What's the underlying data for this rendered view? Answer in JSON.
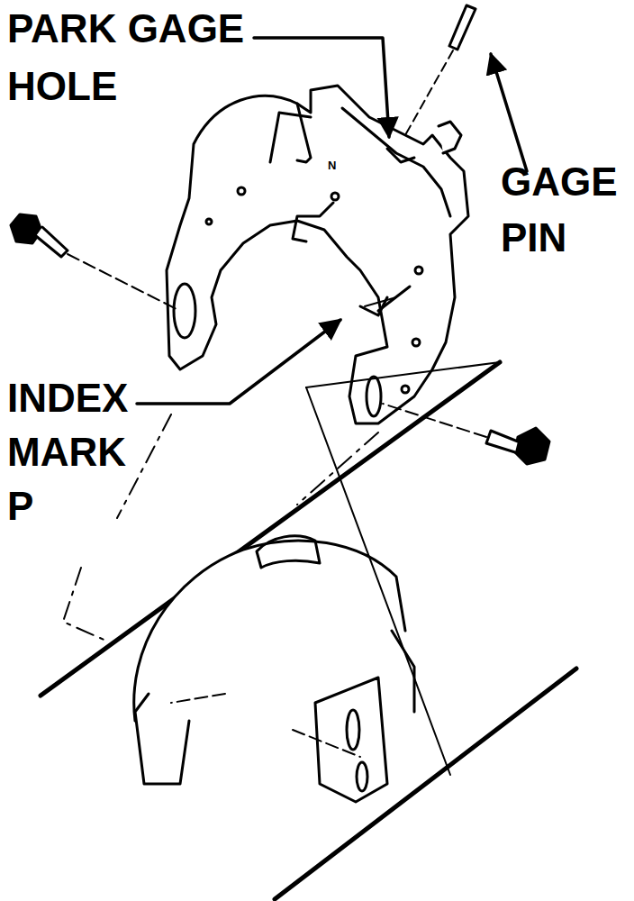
{
  "diagram": {
    "labels": [
      "PARK GAGE HOLE",
      "GAGE PIN",
      "INDEX MARK P",
      "N"
    ]
  }
}
